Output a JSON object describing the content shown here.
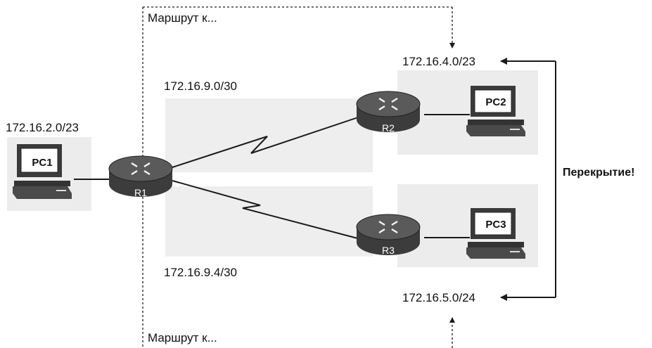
{
  "labels": {
    "route_top": "Маршрут к...",
    "route_bottom": "Маршрут к...",
    "net_r1_r2": "172.16.9.0/30",
    "net_r1_r3": "172.16.9.4/30",
    "net_pc1": "172.16.2.0/23",
    "net_pc2": "172.16.4.0/23",
    "net_pc3": "172.16.5.0/24",
    "overlap": "Перекрытие!"
  },
  "devices": {
    "pc1": "PC1",
    "pc2": "PC2",
    "pc3": "PC3",
    "r1": "R1",
    "r2": "R2",
    "r3": "R3"
  },
  "icons": {
    "pc": "desktop-computer-icon",
    "router": "router-icon",
    "serial": "serial-link-zigzag"
  },
  "colors": {
    "line": "#1a1a1a",
    "router_body": "#3c3c3c",
    "router_top": "#5a5a5a",
    "shade": "#ececec"
  }
}
